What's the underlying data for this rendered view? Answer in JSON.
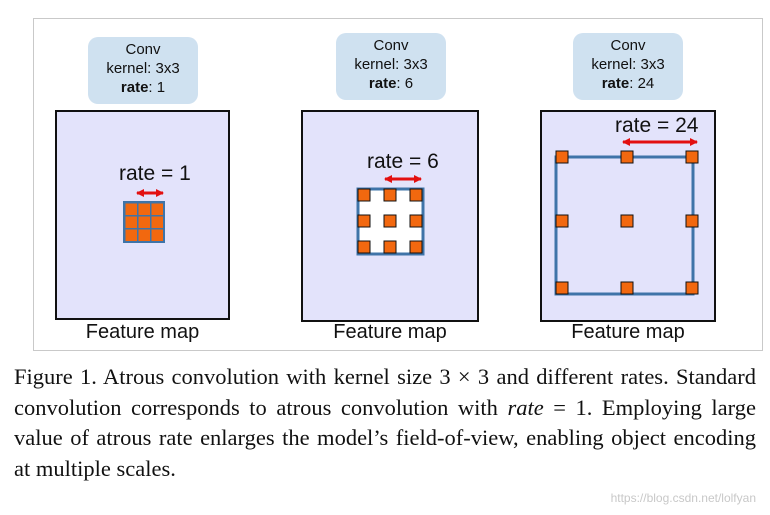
{
  "panels": [
    {
      "conv_title": "Conv",
      "kernel_text": "kernel: 3x3",
      "rate_key": "rate",
      "rate_value": ": 1",
      "rate_annotation": "rate = 1",
      "map_label": "Feature map"
    },
    {
      "conv_title": "Conv",
      "kernel_text": "kernel: 3x3",
      "rate_key": "rate",
      "rate_value": ": 6",
      "rate_annotation": "rate = 6",
      "map_label": "Feature map"
    },
    {
      "conv_title": "Conv",
      "kernel_text": "kernel: 3x3",
      "rate_key": "rate",
      "rate_value": ": 24",
      "rate_annotation": "rate = 24",
      "map_label": "Feature map"
    }
  ],
  "caption": {
    "part1": "Figure 1. Atrous convolution with kernel size ",
    "math_size": "3 × 3",
    "part2": " and different rates.  Standard convolution corresponds to atrous convolution with ",
    "math_rate": "rate",
    "part3": " = 1. Employing large value of atrous rate enlarges the model’s field-of-view, enabling object encoding at multiple scales."
  },
  "watermark": "https://blog.csdn.net/lolfyan",
  "colors": {
    "feature_map": "#e3e3fb",
    "conv_box": "#cfe1f0",
    "kernel_cell": "#f2680f",
    "frame": "#3f74a8",
    "arrow": "#e31010"
  }
}
